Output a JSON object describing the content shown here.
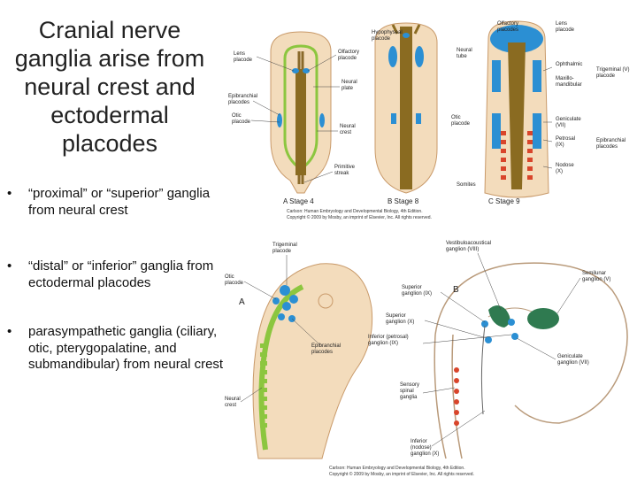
{
  "slide": {
    "title_lines": [
      "Cranial nerve",
      "ganglia arise from",
      "neural crest and",
      "ectodermal",
      "placodes"
    ],
    "bullets": [
      {
        "text": "“proximal” or “superior” ganglia from neural crest"
      },
      {
        "text": "“distal” or “inferior” ganglia from ectodermal placodes"
      },
      {
        "text": "parasympathetic ganglia (ciliary, otic, pterygopalatine, and submandibular) from neural crest"
      }
    ],
    "bullet_symbol": "•"
  },
  "figure_top": {
    "stage_labels": [
      "A  Stage 4",
      "B  Stage 8",
      "C  Stage 9"
    ],
    "labels": {
      "lens_placode_left": [
        "Lens",
        "placode"
      ],
      "olfactory_placode_a": [
        "Olfactory",
        "placode"
      ],
      "hypophyseal_placode": [
        "Hypophyseal",
        "placode"
      ],
      "olfactory_placodes_c": [
        "Olfactory",
        "placodes"
      ],
      "lens_placode_right": [
        "Lens",
        "placode"
      ],
      "neural_tube": [
        "Neural",
        "tube"
      ],
      "ophthalmic": "Ophthalmic",
      "maxillo_mandibular": [
        "Maxillo-",
        "mandibular"
      ],
      "trigeminal_v_placode": [
        "Trigeminal (V)",
        "placode"
      ],
      "epibranchial_placodes_left": [
        "Epibranchial",
        "placodes"
      ],
      "otic_placode_left": [
        "Otic",
        "placode"
      ],
      "neural_plate": [
        "Neural",
        "plate"
      ],
      "neural_crest": [
        "Neural",
        "crest"
      ],
      "otic_placode_mid": [
        "Otic",
        "placode"
      ],
      "geniculate_vii": [
        "Geniculate",
        "(VII)"
      ],
      "petrosal_ix": [
        "Petrosal",
        "(IX)"
      ],
      "epibranchial_placodes_right": [
        "Epibranchial",
        "placodes"
      ],
      "nodose_x": [
        "Nodose",
        "(X)"
      ],
      "primitive_streak": [
        "Primitive",
        "streak"
      ],
      "somites": "Somites"
    },
    "credit": [
      "Carlson: Human Embryology and Developmental Biology, 4th Edition.",
      "Copyright © 2009 by Mosby, an imprint of Elsevier, Inc. All rights reserved."
    ]
  },
  "figure_bottom": {
    "panel_a": "A",
    "panel_b": "B",
    "labels": {
      "trigeminal_placode": [
        "Trigeminal",
        "placode"
      ],
      "otic_placode": [
        "Otic",
        "placode"
      ],
      "epibranchial_placodes": [
        "Epibranchial",
        "placodes"
      ],
      "neural_crest": [
        "Neural",
        "crest"
      ],
      "vestibuloacoustical": [
        "Vestibuloacoustical",
        "ganglion (VIII)"
      ],
      "superior_ix": [
        "Superior",
        "ganglion (IX)"
      ],
      "superior_x": [
        "Superior",
        "ganglion (X)"
      ],
      "inferior_petrosal": [
        "Inferior (petrosal)",
        "ganglion (IX)"
      ],
      "semilunar": [
        "Semilunar",
        "ganglion (V)"
      ],
      "geniculate": [
        "Geniculate",
        "ganglion (VII)"
      ],
      "sensory_spinal": [
        "Sensory",
        "spinal",
        "ganglia"
      ],
      "inferior_nodose": [
        "Inferior",
        "(nodose)",
        "ganglion (X)"
      ]
    },
    "credit": [
      "Carlson: Human Embryology and Developmental Biology, 4th Edition.",
      "Copyright © 2009 by Mosby, an imprint of Elsevier, Inc. All rights reserved."
    ]
  }
}
